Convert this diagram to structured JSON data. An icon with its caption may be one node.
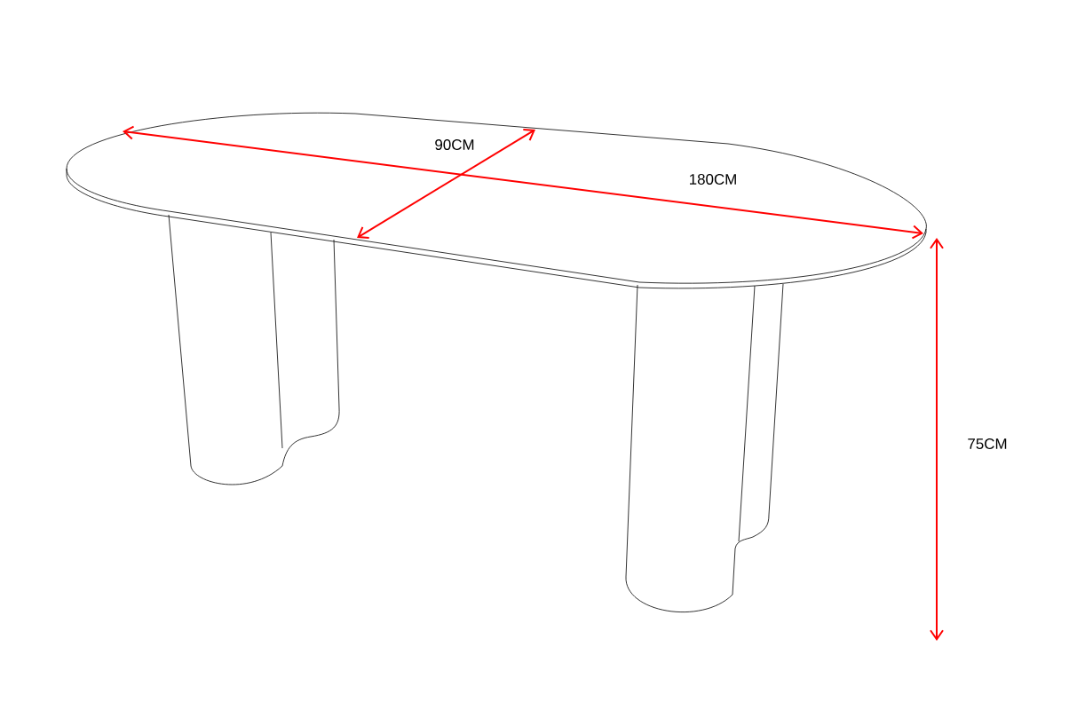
{
  "diagram": {
    "labels": [
      "90CM",
      "180CM",
      "75CM"
    ]
  }
}
